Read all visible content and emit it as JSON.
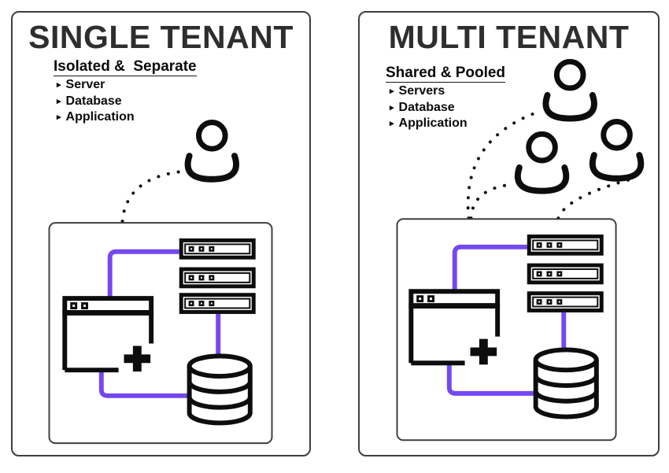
{
  "colors": {
    "accent": "#7448f2",
    "ink": "#0d0d0d",
    "panel_border": "#3f3f3f",
    "title_color": "#2e2e2e"
  },
  "bullet_marker": "▸",
  "panels": [
    {
      "title": "SINGLE TENANT",
      "subtitle": "Isolated &  Separate",
      "features": [
        "Server",
        "Database",
        "Application"
      ],
      "user_count": 1
    },
    {
      "title": "MULTI TENANT",
      "subtitle": "Shared & Pooled",
      "features": [
        "Servers",
        "Database",
        "Application"
      ],
      "user_count": 3
    }
  ],
  "icons": {
    "user": "person-bust-icon",
    "server": "server-rack-icon",
    "application": "app-window-with-plus-icon",
    "database": "database-cylinder-icon",
    "connection": "purple-connector-line",
    "user_link": "dotted-curve-line"
  }
}
